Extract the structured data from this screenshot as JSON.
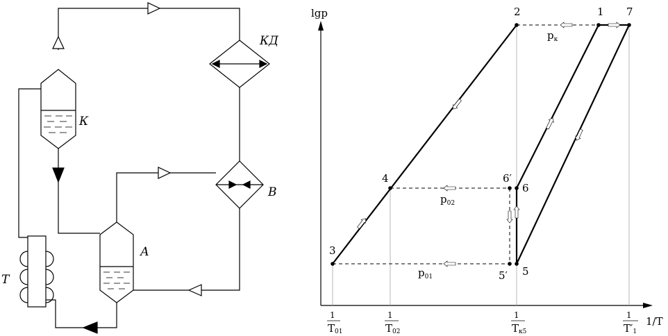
{
  "schematic": {
    "labels": {
      "condenser": "КД",
      "generator": "К",
      "evaporator": "В",
      "absorber": "А",
      "heat_exchanger": "Т"
    }
  },
  "diagram": {
    "y_axis": "lgp",
    "x_axis": "1/T",
    "points": {
      "p1": "1",
      "p2": "2",
      "p3": "3",
      "p4": "4",
      "p5": "5",
      "p5prime": "5′",
      "p6": "6",
      "p6prime": "6′",
      "p7": "7"
    },
    "pressures": {
      "high": "p",
      "high_sub": "к",
      "mid": "p",
      "mid_sub": "02",
      "low": "p",
      "low_sub": "01"
    },
    "ticks": [
      {
        "num": "1",
        "den": "T",
        "sub": "01"
      },
      {
        "num": "1",
        "den": "T",
        "sub": "02"
      },
      {
        "num": "1",
        "den": "T",
        "sub": "к5"
      },
      {
        "num": "1",
        "den": "T′",
        "sub": "1"
      }
    ]
  }
}
